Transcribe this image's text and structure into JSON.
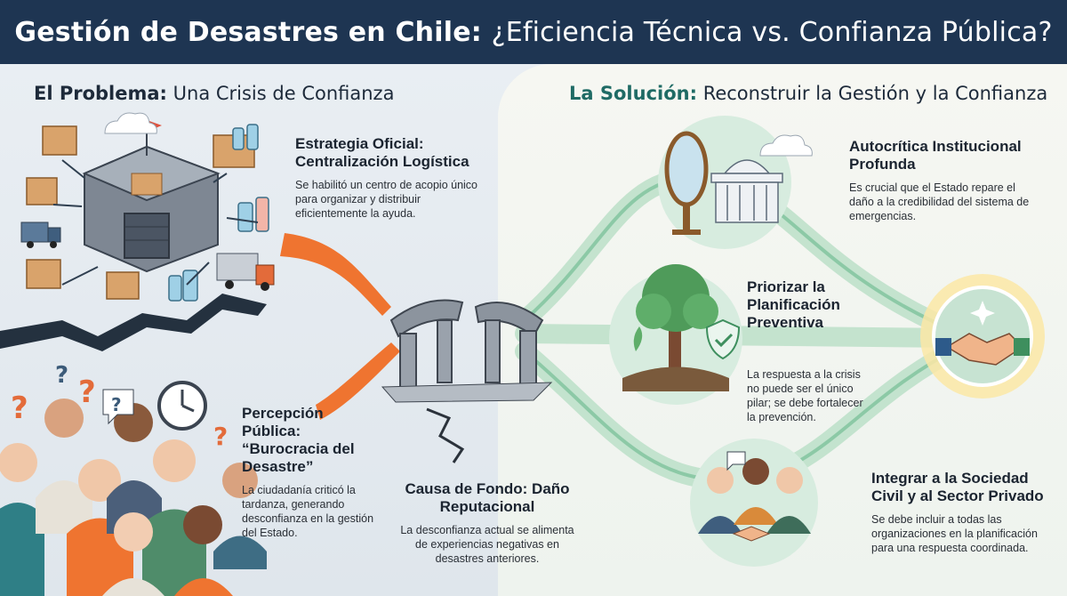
{
  "header": {
    "title_strong": "Gestión de Desastres en Chile:",
    "title_light": "¿Eficiencia Técnica vs. Confianza Pública?"
  },
  "left": {
    "title_strong": "El Problema:",
    "title_light": "Una Crisis de Confianza",
    "strategy": {
      "heading": "Estrategia Oficial: Centralización Logística",
      "body": "Se habilitó un centro de acopio único para organizar y distribuir eficientemente la ayuda."
    },
    "perception": {
      "heading": "Percepción Pública: “Burocracia del Desastre”",
      "body": "La ciudadanía criticó la tardanza, generando desconfianza en la gestión del Estado."
    }
  },
  "center": {
    "root_cause": {
      "heading": "Causa de Fondo: Daño Reputacional",
      "body": "La desconfianza actual se alimenta de experiencias negativas en desastres anteriores."
    }
  },
  "right": {
    "title_strong": "La Solución:",
    "title_light": "Reconstruir la Gestión y la Confianza",
    "self_critique": {
      "heading": "Autocrítica Institucional Profunda",
      "body": "Es crucial que el Estado repare el daño a la credibilidad del sistema de emergencias."
    },
    "prevention": {
      "heading": "Priorizar la Planificación Preventiva",
      "body": "La respuesta a la crisis no puede ser el único pilar; se debe fortalecer la prevención."
    },
    "integration": {
      "heading": "Integrar a la Sociedad Civil y al Sector Privado",
      "body": "Se debe incluir a todas las organizaciones en la planificación para una respuesta coordinada."
    }
  },
  "colors": {
    "header": "#1e3552",
    "orange": "#ef7430",
    "teal": "#1f6b65",
    "green_band": "#8cc9a6"
  },
  "icons": [
    "warehouse-icon",
    "box-icon",
    "truck-icon",
    "bottles-icon",
    "crack-icon",
    "question-mark-icon",
    "clock-icon",
    "crowd-icon",
    "broken-bridge-icon",
    "mirror-icon",
    "capitol-icon",
    "tree-icon",
    "shield-icon",
    "handshake-icon",
    "people-icon"
  ]
}
